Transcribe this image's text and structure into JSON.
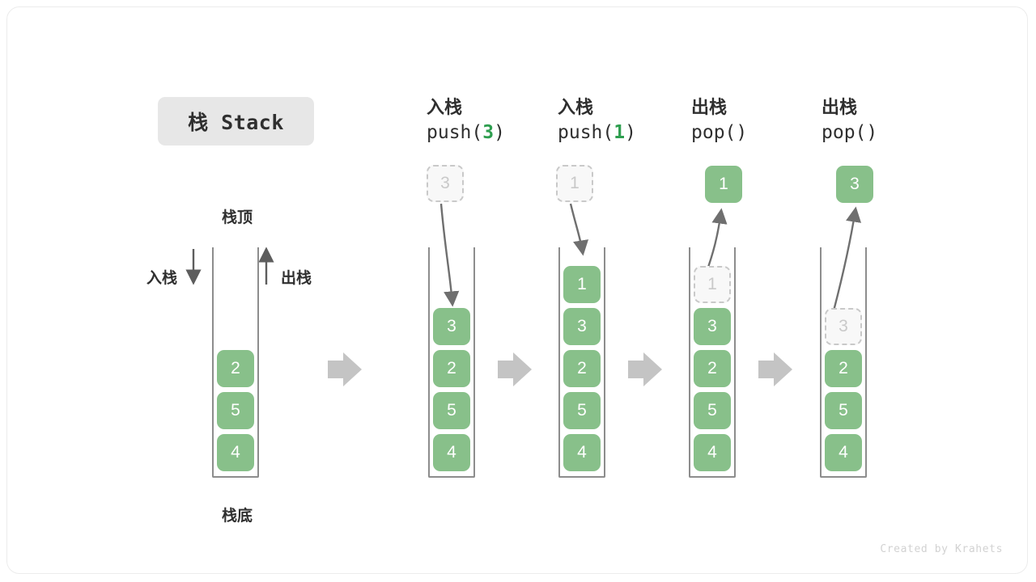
{
  "title": {
    "text": "栈 Stack"
  },
  "footer": {
    "text": "Created by Krahets"
  },
  "colors": {
    "element_green": "#88c08a",
    "ghost_gray": "#c9c9c9",
    "accent_number_green": "#2e9e4f",
    "arrow_gray": "#6f6f6f",
    "transition_arrow_gray": "#c4c4c4",
    "container_outline": "#8d8d8d",
    "title_chip_bg": "#e7e7e7"
  },
  "legend": {
    "top_label": "栈顶",
    "bottom_label": "栈底",
    "push_label": "入栈",
    "pop_label": "出栈"
  },
  "steps": [
    {
      "id": "initial",
      "heading_cn": "",
      "heading_code": "",
      "stack": [
        "2",
        "5",
        "4"
      ],
      "ghost_in_stack": null,
      "incoming_ghost": null,
      "outgoing_cell": null
    },
    {
      "id": "push-3",
      "heading_cn": "入栈",
      "heading_code_prefix": "push(",
      "heading_code_num": "3",
      "heading_code_suffix": ")",
      "stack": [
        "3",
        "2",
        "5",
        "4"
      ],
      "ghost_in_stack": null,
      "incoming_ghost": "3",
      "outgoing_cell": null
    },
    {
      "id": "push-1",
      "heading_cn": "入栈",
      "heading_code_prefix": "push(",
      "heading_code_num": "1",
      "heading_code_suffix": ")",
      "stack": [
        "1",
        "3",
        "2",
        "5",
        "4"
      ],
      "ghost_in_stack": null,
      "incoming_ghost": "1",
      "outgoing_cell": null
    },
    {
      "id": "pop-1",
      "heading_cn": "出栈",
      "heading_code_prefix": "pop(",
      "heading_code_num": "",
      "heading_code_suffix": ")",
      "stack": [
        "3",
        "2",
        "5",
        "4"
      ],
      "ghost_in_stack": "1",
      "incoming_ghost": null,
      "outgoing_cell": "1"
    },
    {
      "id": "pop-3",
      "heading_cn": "出栈",
      "heading_code_prefix": "pop(",
      "heading_code_num": "",
      "heading_code_suffix": ")",
      "stack": [
        "2",
        "5",
        "4"
      ],
      "ghost_in_stack": "3",
      "incoming_ghost": null,
      "outgoing_cell": "3"
    }
  ]
}
